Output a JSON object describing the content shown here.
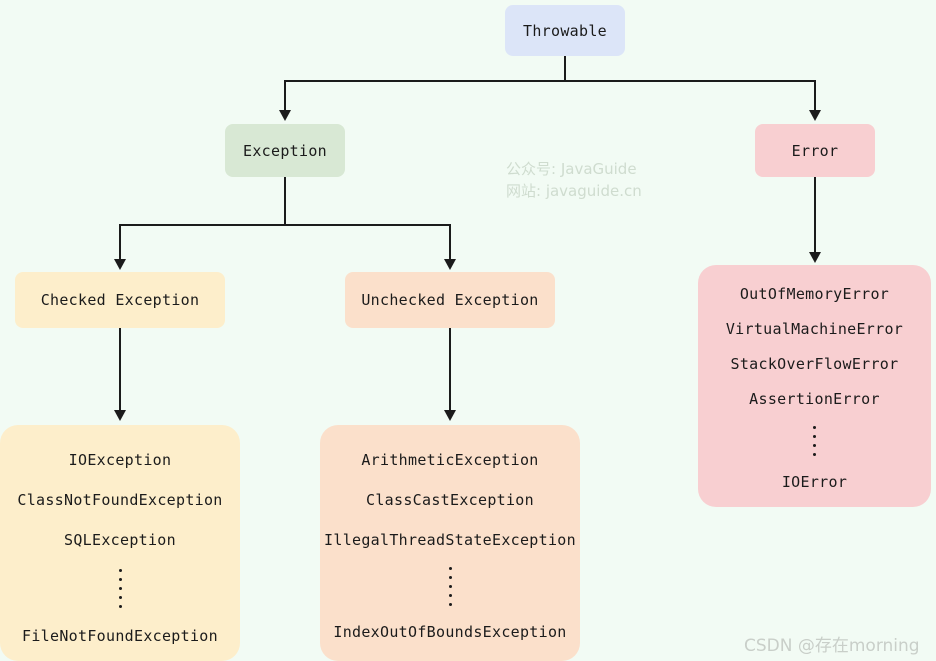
{
  "diagram": {
    "title": "Java Throwable hierarchy",
    "background_color": "#f2fbf4",
    "edge_color": "#1b1b1b",
    "nodes": {
      "throwable": {
        "label": "Throwable",
        "color": "#dce5f8"
      },
      "exception": {
        "label": "Exception",
        "color": "#d8e8d4"
      },
      "error": {
        "label": "Error",
        "color": "#f8cfd1"
      },
      "checked_exception": {
        "label": "Checked Exception",
        "color": "#fdeecb"
      },
      "unchecked_exception": {
        "label": "Unchecked Exception",
        "color": "#fbe0cb"
      },
      "checked_list": {
        "color": "#fdeecb",
        "items": [
          "IOException",
          "ClassNotFoundException",
          "SQLException",
          "⋮",
          "FileNotFoundException"
        ]
      },
      "unchecked_list": {
        "color": "#fbe0cb",
        "items": [
          "ArithmeticException",
          "ClassCastException",
          "IllegalThreadStateException",
          "⋮",
          "IndexOutOfBoundsException"
        ]
      },
      "error_list": {
        "color": "#f8cfd1",
        "items": [
          "OutOfMemoryError",
          "VirtualMachineError",
          "StackOverFlowError",
          "AssertionError",
          "⋮",
          "IOError"
        ]
      }
    },
    "watermarks": {
      "javaguide": "公众号: JavaGuide\n网站: javaguide.cn",
      "csdn": "CSDN @存在morning"
    }
  }
}
